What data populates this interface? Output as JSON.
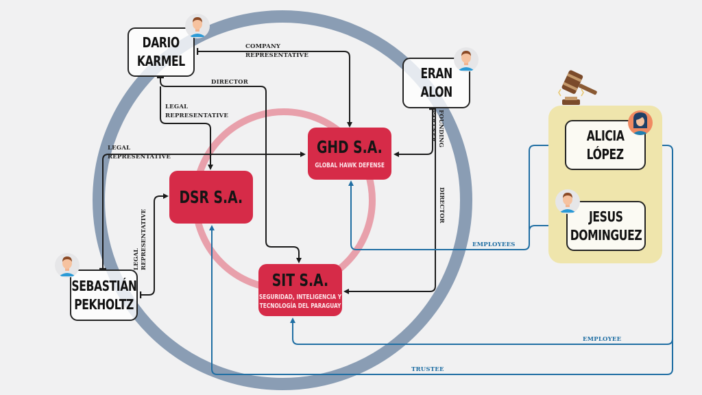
{
  "diagram": {
    "title": "Corporate relationship network",
    "colors": {
      "background": "#f1f1f2",
      "outer_ring": "#8a9db4",
      "inner_ring": "#e8a0ab",
      "company_fill": "#d62b48",
      "black_connector": "#1a1a1a",
      "blue_connector": "#1f6ea3",
      "judiciary_panel": "#efe5ac"
    },
    "people": {
      "dario": {
        "line1": "DARIO",
        "line2": "KARMEL",
        "avatar_icon": "male-avatar-icon"
      },
      "eran": {
        "line1": "ERAN",
        "line2": "ALON",
        "avatar_icon": "male-avatar-icon"
      },
      "sebastian": {
        "line1": "SEBASTIÁN",
        "line2": "PEKHOLTZ",
        "avatar_icon": "male-avatar-icon"
      },
      "alicia": {
        "line1": "ALICIA",
        "line2": "LÓPEZ",
        "avatar_icon": "female-avatar-icon"
      },
      "jesus": {
        "line1": "JESUS",
        "line2": "DOMINGUEZ",
        "avatar_icon": "male-avatar-icon"
      }
    },
    "companies": {
      "ghd": {
        "name": "GHD S.A.",
        "subtitle": "GLOBAL HAWK DEFENSE"
      },
      "dsr": {
        "name": "DSR S.A.",
        "subtitle": ""
      },
      "sit": {
        "name": "SIT S.A.",
        "subtitle_line1": "SEGURIDAD, INTELIGENCIA Y",
        "subtitle_line2": "TECNOLOGÍA DEL PARAGUAY"
      }
    },
    "judiciary_icon": "gavel-icon",
    "relationships": [
      {
        "from": "DARIO KARMEL",
        "to": "GHD S.A.",
        "label_line1": "COMPANY",
        "label_line2": "REPRESENTATIVE"
      },
      {
        "from": "DARIO KARMEL",
        "to": "SIT S.A.",
        "label_line1": "DIRECTOR",
        "label_line2": ""
      },
      {
        "from": "DARIO KARMEL",
        "to": "DSR S.A.",
        "label_line1": "LEGAL",
        "label_line2": "REPRESENTATIVE"
      },
      {
        "from": "SEBASTIÁN PEKHOLTZ",
        "to": "GHD S.A.",
        "label_line1": "LEGAL",
        "label_line2": "REPRESENTATIVE"
      },
      {
        "from": "SEBASTIÁN PEKHOLTZ",
        "to": "DSR S.A.",
        "label_line1": "LEGAL",
        "label_line2": "REPRESENTATIVE"
      },
      {
        "from": "ERAN ALON",
        "to": "GHD S.A.",
        "label_line1": "FOUNDING",
        "label_line2": "PARTNER"
      },
      {
        "from": "ERAN ALON",
        "to": "SIT S.A.",
        "label_line1": "DIRECTOR",
        "label_line2": ""
      },
      {
        "from": "ALICIA LÓPEZ / JESUS DOMINGUEZ",
        "to": "GHD S.A.",
        "label_line1": "EMPLOYEES",
        "label_line2": ""
      },
      {
        "from": "ALICIA LÓPEZ",
        "to": "SIT S.A.",
        "label_line1": "EMPLOYEE",
        "label_line2": ""
      },
      {
        "from": "ALICIA LÓPEZ",
        "to": "DSR S.A.",
        "label_line1": "TRUSTEE",
        "label_line2": ""
      }
    ]
  }
}
